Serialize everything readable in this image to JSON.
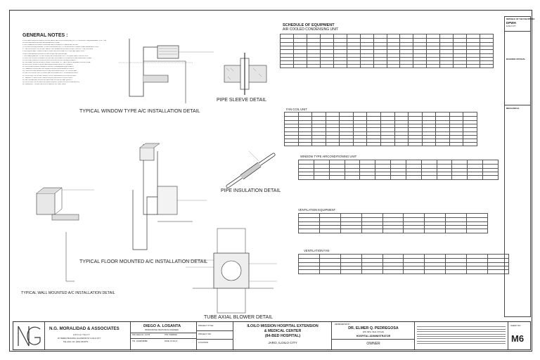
{
  "general_notes": {
    "title": "GENERAL NOTES :",
    "items": [
      "1. ALL MECHANICAL WORKS SHALL BE DONE IN ACCORDANCE WITH THE LATEST REQUIREMENTS OF THE",
      "   PHILIPPINE MECHANICAL ENGINEERING CODE.",
      "2. ALL DIMENSIONS ARE IN MILLIMETERS UNLESS OTHERWISE NOTED.",
      "3. INSTALL ALL EQUIPMENT IN ACCORDANCE WITH THE MANUFACTURER'S RECOMMENDATIONS.",
      "4. THE CONTRACTOR SHALL VERIFY ALL DIMENSIONS AND CONDITIONS AT THE JOB SITE.",
      "5. ALL EQUIPMENT DRAIN LINES SHALL BE PROVIDED WITH WATER SEAL TRAP.",
      "6. ALL CONDENSATE DRAIN PIPES SHALL BE INSULATED.",
      "7. ALL REFRIGERANT PIPES SHALL BE INSULATED WITH CLOSED CELL INSULATION.",
      "8. SUPPORTS AND HANGERS SHALL BE PROVIDED AT INTERVALS PER MANUFACTURER.",
      "9. PROVIDE VIBRATION ISOLATORS FOR ALL ROTATING EQUIPMENT.",
      "10. ALL ELECTRICAL WORKS SHALL CONFORM TO THE PHILIPPINE ELECTRICAL CODE.",
      "11. ALL DUCTWORKS SHALL BE FABRICATED FROM G.I. SHEETS.",
      "12. PROVIDE ACCESS PANELS FOR ALL CONCEALED EQUIPMENT.",
      "13. SLEEVES SHALL BE PROVIDED FOR ALL PIPE PENETRATIONS.",
      "14. TESTING AND BALANCING SHALL BE DONE PRIOR TO TURNOVER.",
      "15. ALL OUTDOOR UNITS SHALL BE PROVIDED WITH CONCRETE PADS.",
      "16. CONTRACTOR SHALL SUBMIT SHOP DRAWINGS FOR APPROVAL.",
      "17. REFER TO ARCHITECTURAL PLANS FOR EXACT LOCATIONS.",
      "18. ALL MATERIALS SHALL BE NEW AND OF APPROVED QUALITY.",
      "19. CONTRACTOR SHALL PROVIDE AS-BUILT PLANS UPON COMPLETION.",
      "20. WARRANTY SHALL BE FOR A PERIOD OF ONE YEAR."
    ]
  },
  "details": {
    "window_ac": "TYPICAL WINDOW TYPE A/C INSTALLATION DETAIL",
    "pipe_sleeve": "PIPE SLEEVE DETAIL",
    "pipe_insulation": "PIPE INSULATION DETAIL",
    "floor_ac": "TYPICAL FLOOR MOUNTED A/C INSTALLATION DETAIL",
    "wall_ac": "TYPICAL WALL MOUNTED A/C INSTALLATION DETAIL",
    "tube_axial": "TUBE AXIAL BLOWER DETAIL"
  },
  "schedule": {
    "title1": "SCHEDULE OF EQUIPMENT",
    "title2": "AIR COOLED CONDENSING UNIT",
    "fan_coil_title": "FAN COIL UNIT",
    "window_title": "WINDOW TYPE AIRCONDITIONING UNIT",
    "vent_title": "VENTILATION EQUIPMENT",
    "vent_fan_title": "VENTILATION FAN"
  },
  "title_block": {
    "firm": "N.G. MORALIDAD & ASSOCIATES",
    "firm_sub": "A R C H I T E C T",
    "firm_addr1": "2F TEMDO BUILDING JALANDONI ST. ILOILO CITY",
    "firm_addr2": "TEL./FAX. NO. (033) 335-8771",
    "engineer": "DIEGO A. LOSANTA",
    "engineer_sub": "PROFESSIONAL MECHANICAL ENGINEER",
    "prc": "PRC REG.NO. 21778",
    "ptr": "PTR 7048682D",
    "tin": "TIN: 132087084BF",
    "date": "DATE: 07-30-17",
    "project_title_label": "PROJECT TITLE",
    "project_no_label": "PROJECT NO.",
    "location_label": "LOCATION",
    "project_line1": "ILOILO MISSION HOSPITAL EXTENSION",
    "project_line2": "& MEDICAL CENTER",
    "project_line3": "(84-BED HOSPITAL)",
    "location": "JARO, ILOILO CITY",
    "represented_by": "REPRESENTED BY:",
    "owner_name": "DR. ELMER Q. PEDREGOSA",
    "owner_cred": "(MD, MPH, MHA, FPCHA)",
    "owner_role": "HOSPITAL ADMINISTRATOR",
    "owner": "OWNER",
    "sheet_no_label": "SHEET NO.",
    "sheet_no": "M6"
  },
  "right_panel": {
    "republic": "REPUBLIC OF THE PHILIPPINES",
    "dpwh": "DPWH",
    "iloilo": "ILOILO CITY",
    "building_official": "BUILDING OFFICIAL",
    "mechanical": "MECHANICAL"
  },
  "label_colors": {
    "line": "#333333",
    "hatch": "#777777"
  }
}
